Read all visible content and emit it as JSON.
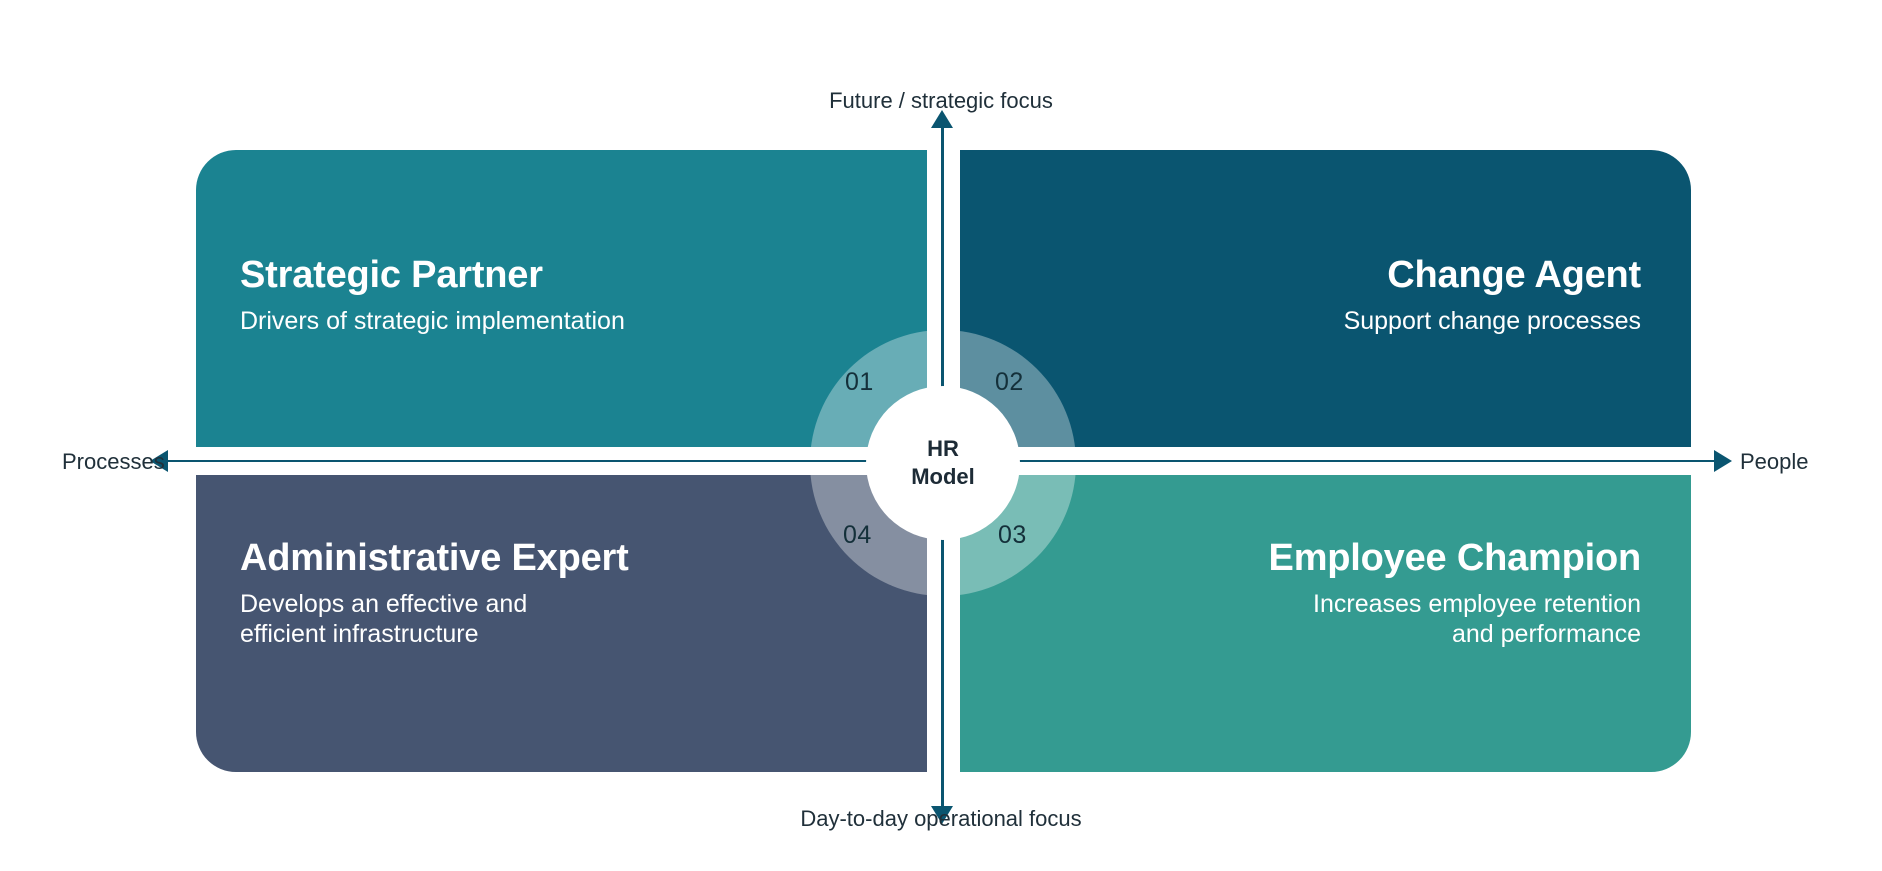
{
  "diagram": {
    "center": {
      "label": "HR\nModel"
    },
    "axes": {
      "top_label": "Future / strategic focus",
      "bottom_label": "Day-to-day operational focus",
      "left_label": "Processes",
      "right_label": "People",
      "axis_color": "#0A5570"
    },
    "quadrants": [
      {
        "number": "01",
        "title": "Strategic Partner",
        "subtitle": "Drivers of strategic implementation",
        "color": "#1B8391",
        "position": "top-left"
      },
      {
        "number": "02",
        "title": "Change Agent",
        "subtitle": "Support change processes",
        "color": "#0A5570",
        "position": "top-right"
      },
      {
        "number": "03",
        "title": "Employee Champion",
        "subtitle": "Increases employee retention and performance",
        "subtitle_line1": "Increases employee retention",
        "subtitle_line2": "and performance",
        "color": "#349B91",
        "position": "bottom-right"
      },
      {
        "number": "04",
        "title": "Administrative Expert",
        "subtitle": "Develops an effective and efficient infrastructure",
        "subtitle_line1": "Develops an effective and",
        "subtitle_line2": "efficient infrastructure",
        "color": "#465571",
        "position": "bottom-left"
      }
    ]
  }
}
